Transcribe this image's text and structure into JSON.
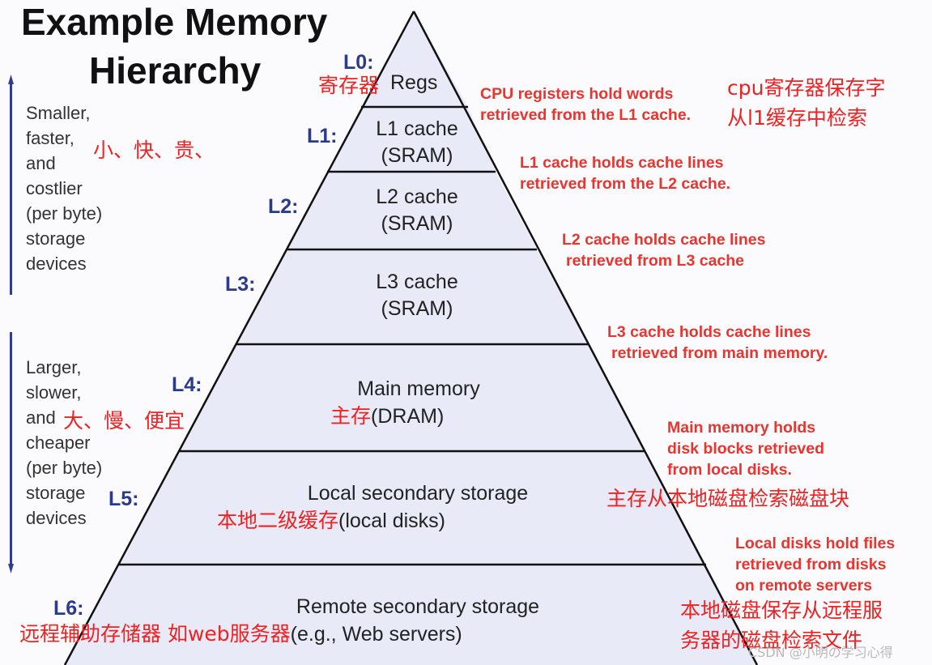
{
  "title": {
    "line1": "Example Memory",
    "line2": "Hierarchy"
  },
  "left_notes": {
    "top": [
      "Smaller,",
      "faster,",
      "and",
      "costlier",
      "(per byte)",
      "storage",
      "devices"
    ],
    "bottom": [
      "Larger,",
      "slower,",
      "and",
      "cheaper",
      "(per byte)",
      "storage",
      "devices"
    ],
    "top_cn": "小、快、贵、",
    "bottom_cn": "大、慢、便宜"
  },
  "levels": [
    {
      "label": "L0:",
      "line1": "Regs",
      "line2": "",
      "cn": "寄存器",
      "desc": [
        "CPU registers hold words",
        "retrieved from the L1 cache."
      ],
      "desc_cn": [
        "cpu寄存器保存字",
        "从l1缓存中检索"
      ]
    },
    {
      "label": "L1:",
      "line1": "L1 cache",
      "line2": "(SRAM)",
      "cn": "",
      "desc": [
        "L1 cache holds cache lines",
        "retrieved from the L2 cache."
      ],
      "desc_cn": []
    },
    {
      "label": "L2:",
      "line1": "L2 cache",
      "line2": "(SRAM)",
      "cn": "",
      "desc": [
        "L2 cache holds cache lines",
        "retrieved from L3 cache"
      ],
      "desc_cn": []
    },
    {
      "label": "L3:",
      "line1": "L3 cache",
      "line2": "(SRAM)",
      "cn": "",
      "desc": [
        "L3 cache holds cache lines",
        "retrieved from main memory."
      ],
      "desc_cn": []
    },
    {
      "label": "L4:",
      "line1": "Main memory",
      "line2": "(DRAM)",
      "cn": "主存",
      "desc": [
        "Main memory holds",
        "disk blocks retrieved",
        "from local disks."
      ],
      "desc_cn": [
        "主存从本地磁盘检索磁盘块"
      ]
    },
    {
      "label": "L5:",
      "line1": "Local secondary storage",
      "line2": "(local disks)",
      "cn": "本地二级缓存",
      "desc": [
        "Local disks hold files",
        "retrieved from disks",
        "on remote servers"
      ],
      "desc_cn": [
        "本地磁盘保存从远程服",
        "务器的磁盘检索文件"
      ]
    },
    {
      "label": "L6:",
      "line1": "Remote secondary storage",
      "line2": "(e.g., Web servers)",
      "cn": "远程辅助存储器 如web服务器",
      "desc": [],
      "desc_cn": []
    }
  ],
  "watermark": "CSDN @小明の学习心得",
  "colors": {
    "level_label": "#2b3a8a",
    "annotation": "#e8352f",
    "cn_text": "#ee2222",
    "tier_fill": "#e9eaf8",
    "arrow": "#2f3e92"
  }
}
